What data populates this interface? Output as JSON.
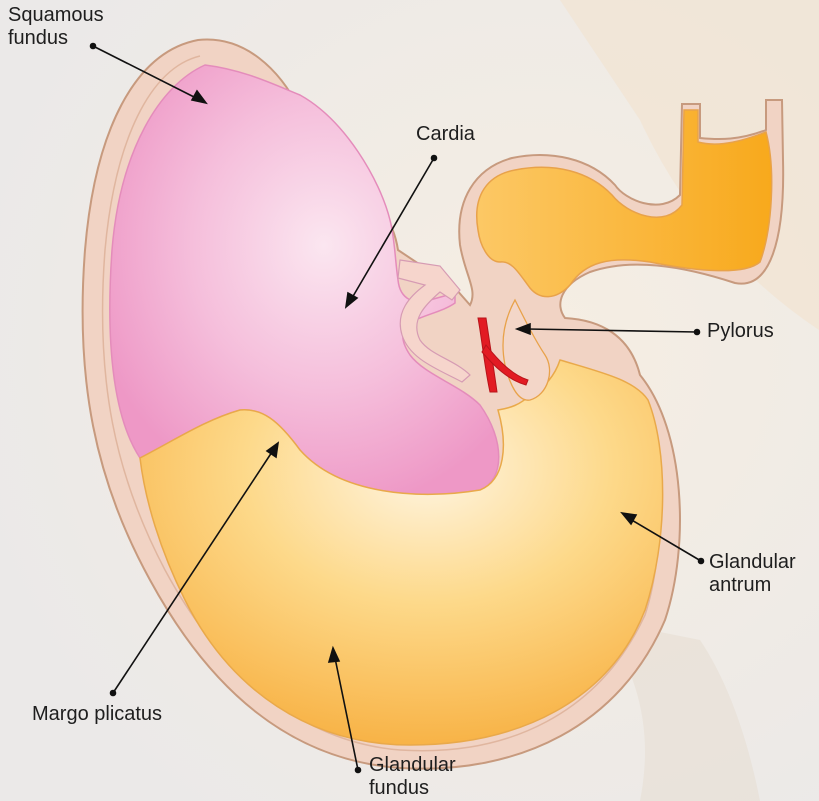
{
  "labels": {
    "squamous_fundus": [
      "Squamous",
      "fundus"
    ],
    "cardia": [
      "Cardia"
    ],
    "pylorus": [
      "Pylorus"
    ],
    "glandular_antrum": [
      "Glandular",
      "antrum"
    ],
    "margo_plicatus": [
      "Margo plicatus"
    ],
    "glandular_fundus": [
      "Glandular",
      "fundus"
    ]
  },
  "colors": {
    "background": "#efeeee",
    "wall": "#f1d3c4",
    "wall_outline": "#c79a7e",
    "squamous_mucosa": "#f29fcb",
    "squamous_highlight": "#fbe3ee",
    "glandular_mucosa": "#f9b445",
    "glandular_highlight": "#fff3dc",
    "pyloric_torus": "#e21b23",
    "leader_line": "#111111"
  }
}
